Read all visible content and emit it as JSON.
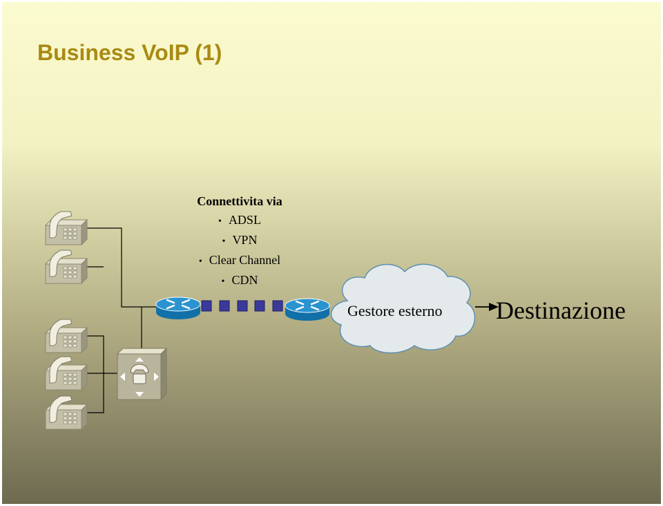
{
  "title": "Business VoIP (1)",
  "connectivity": {
    "heading": "Connettivita via",
    "items": [
      "ADSL",
      "VPN",
      "Clear Channel",
      "CDN"
    ]
  },
  "cloud_label": "Gestore esterno",
  "destination_label": "Destinazione",
  "colors": {
    "title": "#a98a12",
    "router": "#1a86c8",
    "tunnel_block": "#3a3a9a",
    "cloud_fill": "#e4eaec",
    "cloud_stroke": "#5e8fb0",
    "phone": "#b8b49c"
  },
  "icons": [
    "phone-icon",
    "pbx-icon",
    "router-icon",
    "cloud-icon",
    "arrow-icon"
  ]
}
